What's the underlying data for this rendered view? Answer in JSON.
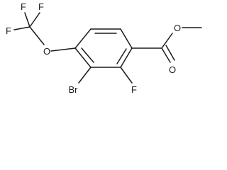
{
  "molecule": {
    "atoms": {
      "f_top_left": "F",
      "f_top_right": "F",
      "f_left": "F",
      "o_ether": "O",
      "br": "Br",
      "f_ring": "F",
      "o_carbonyl": "O",
      "o_ester": "O"
    }
  }
}
